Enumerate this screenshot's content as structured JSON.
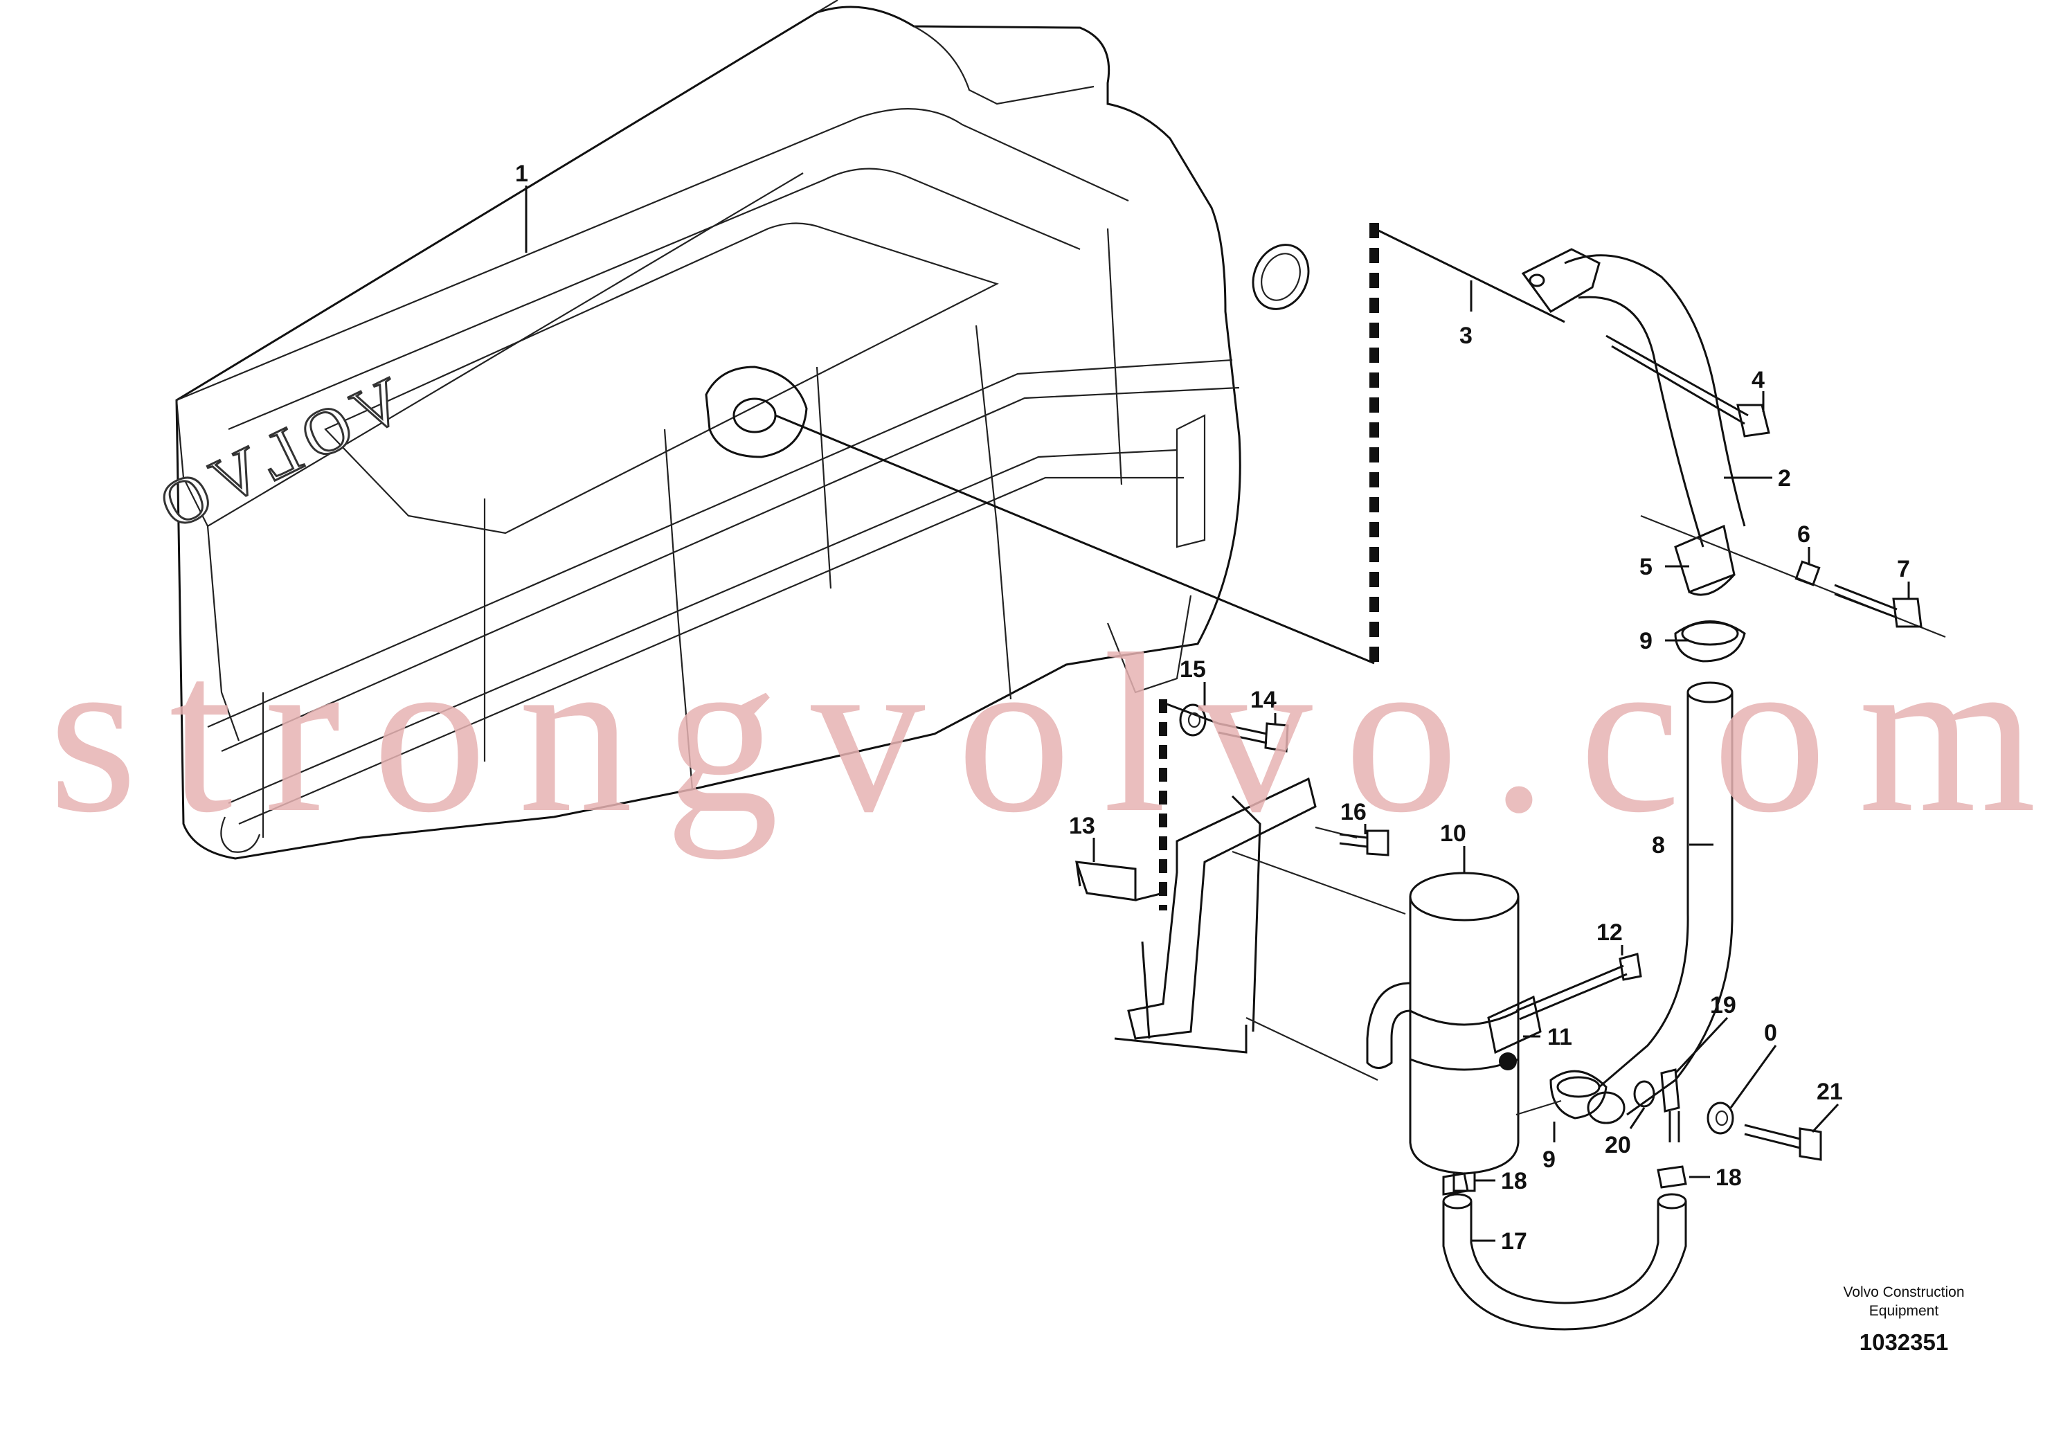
{
  "diagram": {
    "logo_text": "VOLVO",
    "watermark": "strongvolvo.com",
    "caption_line1": "Volvo Construction",
    "caption_line2": "Equipment",
    "figure_number": "1032351",
    "callouts": [
      "1",
      "3",
      "4",
      "2",
      "6",
      "5",
      "7",
      "9",
      "15",
      "14",
      "13",
      "16",
      "10",
      "8",
      "12",
      "11",
      "19",
      "0",
      "21",
      "9",
      "20",
      "18",
      "18",
      "17"
    ]
  }
}
